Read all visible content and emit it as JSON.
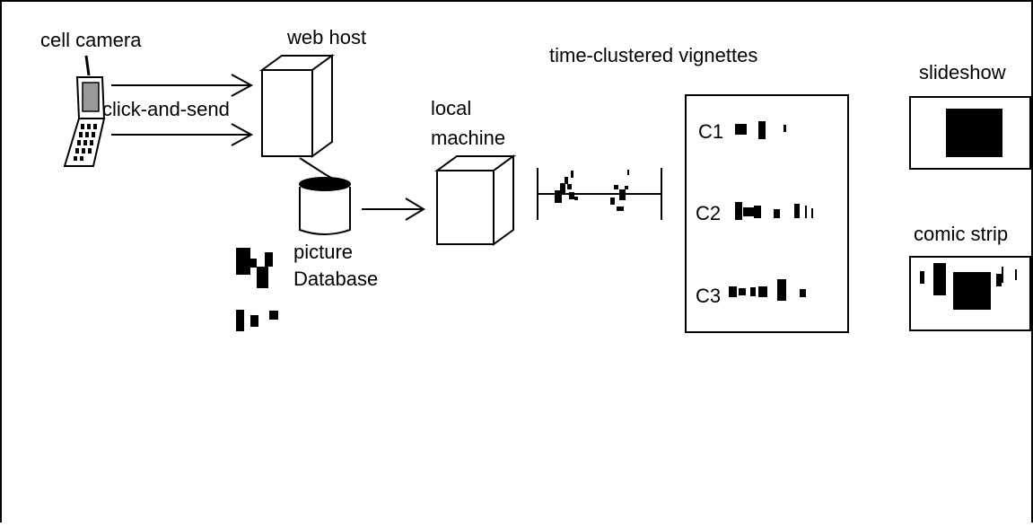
{
  "labels": {
    "cell_camera": "cell camera",
    "web_host": "web host",
    "click_and_send": "click-and-send",
    "picture": "picture",
    "database": "Database",
    "local": "local",
    "machine": "machine",
    "vignettes_title": "time-clustered vignettes",
    "c1": "C1",
    "c2": "C2",
    "c3": "C3",
    "slideshow": "slideshow",
    "comic_strip": "comic strip"
  },
  "colors": {
    "ink": "#000000",
    "phone_screen": "#999999",
    "background": "#ffffff"
  },
  "icons": {
    "phone": "cell-phone-icon",
    "server": "web-host-server-icon",
    "database": "database-cylinder-icon",
    "machine": "local-machine-box-icon"
  }
}
